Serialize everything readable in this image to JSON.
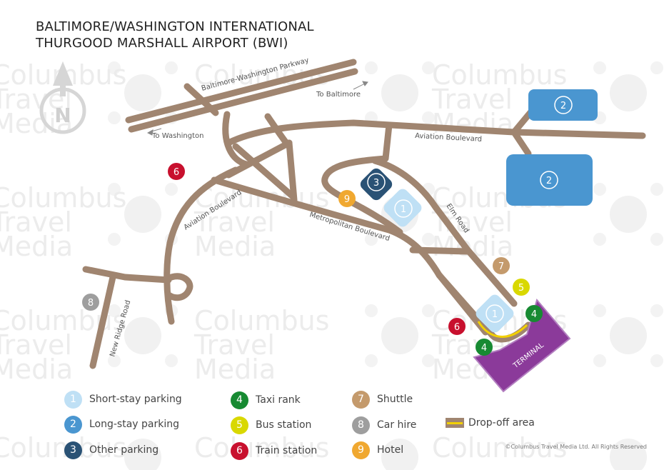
{
  "title": {
    "line1": "BALTIMORE/WASHINGTON INTERNATIONAL",
    "line2": "THURGOOD MARSHALL AIRPORT (BWI)"
  },
  "watermark": {
    "line1": "Columbus",
    "line2": "Travel",
    "line3": "Media"
  },
  "compass": {
    "letter": "N"
  },
  "roads": {
    "parkway": "Baltimore-Washington Parkway",
    "to_baltimore": "To Baltimore",
    "to_washington": "To Washington",
    "aviation_blvd_east": "Aviation Boulevard",
    "aviation_blvd_west": "Aviation Boulevard",
    "metropolitan_blvd": "Metropolitan Boulevard",
    "elm_road": "Elm Road",
    "new_ridge_road": "New Ridge Road"
  },
  "terminal_label": "TERMINAL",
  "markers": {
    "long_stay_a": "2",
    "long_stay_b": "2",
    "other_parking": "3",
    "short_stay_a": "1",
    "short_stay_b": "1",
    "hotel": "9",
    "train_a": "6",
    "train_b": "6",
    "shuttle": "7",
    "bus": "5",
    "taxi_a": "4",
    "taxi_b": "4",
    "car_hire": "8"
  },
  "legend": [
    {
      "num": "1",
      "label": "Short-stay parking",
      "color": "#bfe0f5"
    },
    {
      "num": "2",
      "label": "Long-stay parking",
      "color": "#4a96d0"
    },
    {
      "num": "3",
      "label": "Other parking",
      "color": "#2a5275"
    },
    {
      "num": "4",
      "label": "Taxi rank",
      "color": "#178a32"
    },
    {
      "num": "5",
      "label": "Bus station",
      "color": "#d9d800"
    },
    {
      "num": "6",
      "label": "Train station",
      "color": "#c8102e"
    },
    {
      "num": "7",
      "label": "Shuttle",
      "color": "#c49a6c"
    },
    {
      "num": "8",
      "label": "Car hire",
      "color": "#9e9e9e"
    },
    {
      "num": "9",
      "label": "Hotel",
      "color": "#f0a830"
    }
  ],
  "dropoff_label": "Drop-off area",
  "copyright": "©Columbus Travel Media Ltd. All Rights Reserved",
  "colors": {
    "road": "#a08570",
    "terminal": "#8b3a9a",
    "dropoff": "#f2d000",
    "short_stay": "#bfe0f5",
    "long_stay": "#4a96d0",
    "other_parking": "#2a5275"
  }
}
